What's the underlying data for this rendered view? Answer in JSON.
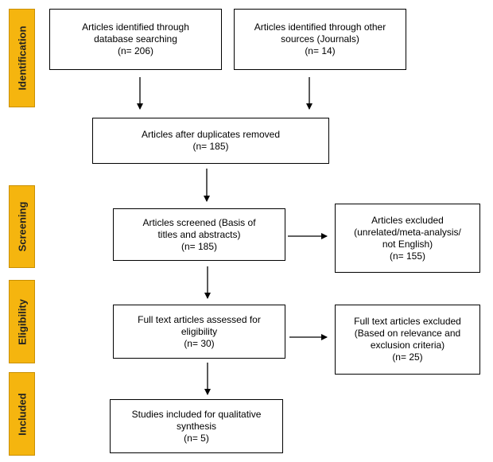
{
  "phases": {
    "identification": "Identification",
    "screening": "Screening",
    "eligibility": "Eligibility",
    "included": "Included"
  },
  "boxes": {
    "database": [
      "Articles identified through",
      "database searching",
      "(n= 206)"
    ],
    "other_sources": [
      "Articles identified through other",
      "sources (Journals)",
      "(n= 14)"
    ],
    "duplicates_removed": [
      "Articles after duplicates removed",
      "(n= 185)"
    ],
    "screened": [
      "Articles screened (Basis of",
      "titles and abstracts)",
      "(n= 185)"
    ],
    "excluded_screening": [
      "Articles excluded",
      "(unrelated/meta-analysis/",
      "not English)",
      "(n= 155)"
    ],
    "full_text": [
      "Full text articles assessed for",
      "eligibility",
      "(n= 30)"
    ],
    "excluded_full_text": [
      "Full text articles excluded",
      "(Based on relevance and",
      "exclusion criteria)",
      "(n= 25)"
    ],
    "included": [
      "Studies included for qualitative",
      "synthesis",
      "(n= 5)"
    ]
  },
  "colors": {
    "phase_fill": "#F5B50F",
    "phase_border": "#C98F00"
  }
}
